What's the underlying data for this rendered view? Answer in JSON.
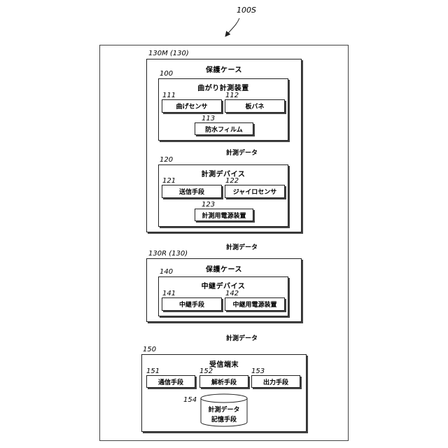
{
  "system": {
    "ref": "100S"
  },
  "case_main": {
    "ref": "130M (130)",
    "title": "保護ケース"
  },
  "bend_device": {
    "ref": "100",
    "title": "曲がり計測装置",
    "sensor": {
      "ref": "111",
      "label": "曲げセンサ"
    },
    "plate_spring": {
      "ref": "112",
      "label": "板バネ"
    },
    "film": {
      "ref": "113",
      "label": "防水フィルム"
    }
  },
  "meas_device": {
    "ref": "120",
    "title": "計測デバイス",
    "transmitter": {
      "ref": "121",
      "label": "送信手段"
    },
    "gyro": {
      "ref": "122",
      "label": "ジャイロセンサ"
    },
    "power": {
      "ref": "123",
      "label": "計測用電源装置"
    }
  },
  "case_relay": {
    "ref": "130R (130)",
    "title": "保護ケース"
  },
  "relay_device": {
    "ref": "140",
    "title": "中継デバイス",
    "relay": {
      "ref": "141",
      "label": "中継手段"
    },
    "power": {
      "ref": "142",
      "label": "中継用電源装置"
    }
  },
  "terminal": {
    "ref": "150",
    "title": "受信端末",
    "comm": {
      "ref": "151",
      "label": "通信手段"
    },
    "analysis": {
      "ref": "152",
      "label": "解析手段"
    },
    "output": {
      "ref": "153",
      "label": "出力手段"
    },
    "storage": {
      "ref": "154",
      "line1": "計測データ",
      "line2": "記憶手段"
    }
  },
  "edges": {
    "e1": "計測データ",
    "e2": "計測データ",
    "e3": "計測データ"
  }
}
